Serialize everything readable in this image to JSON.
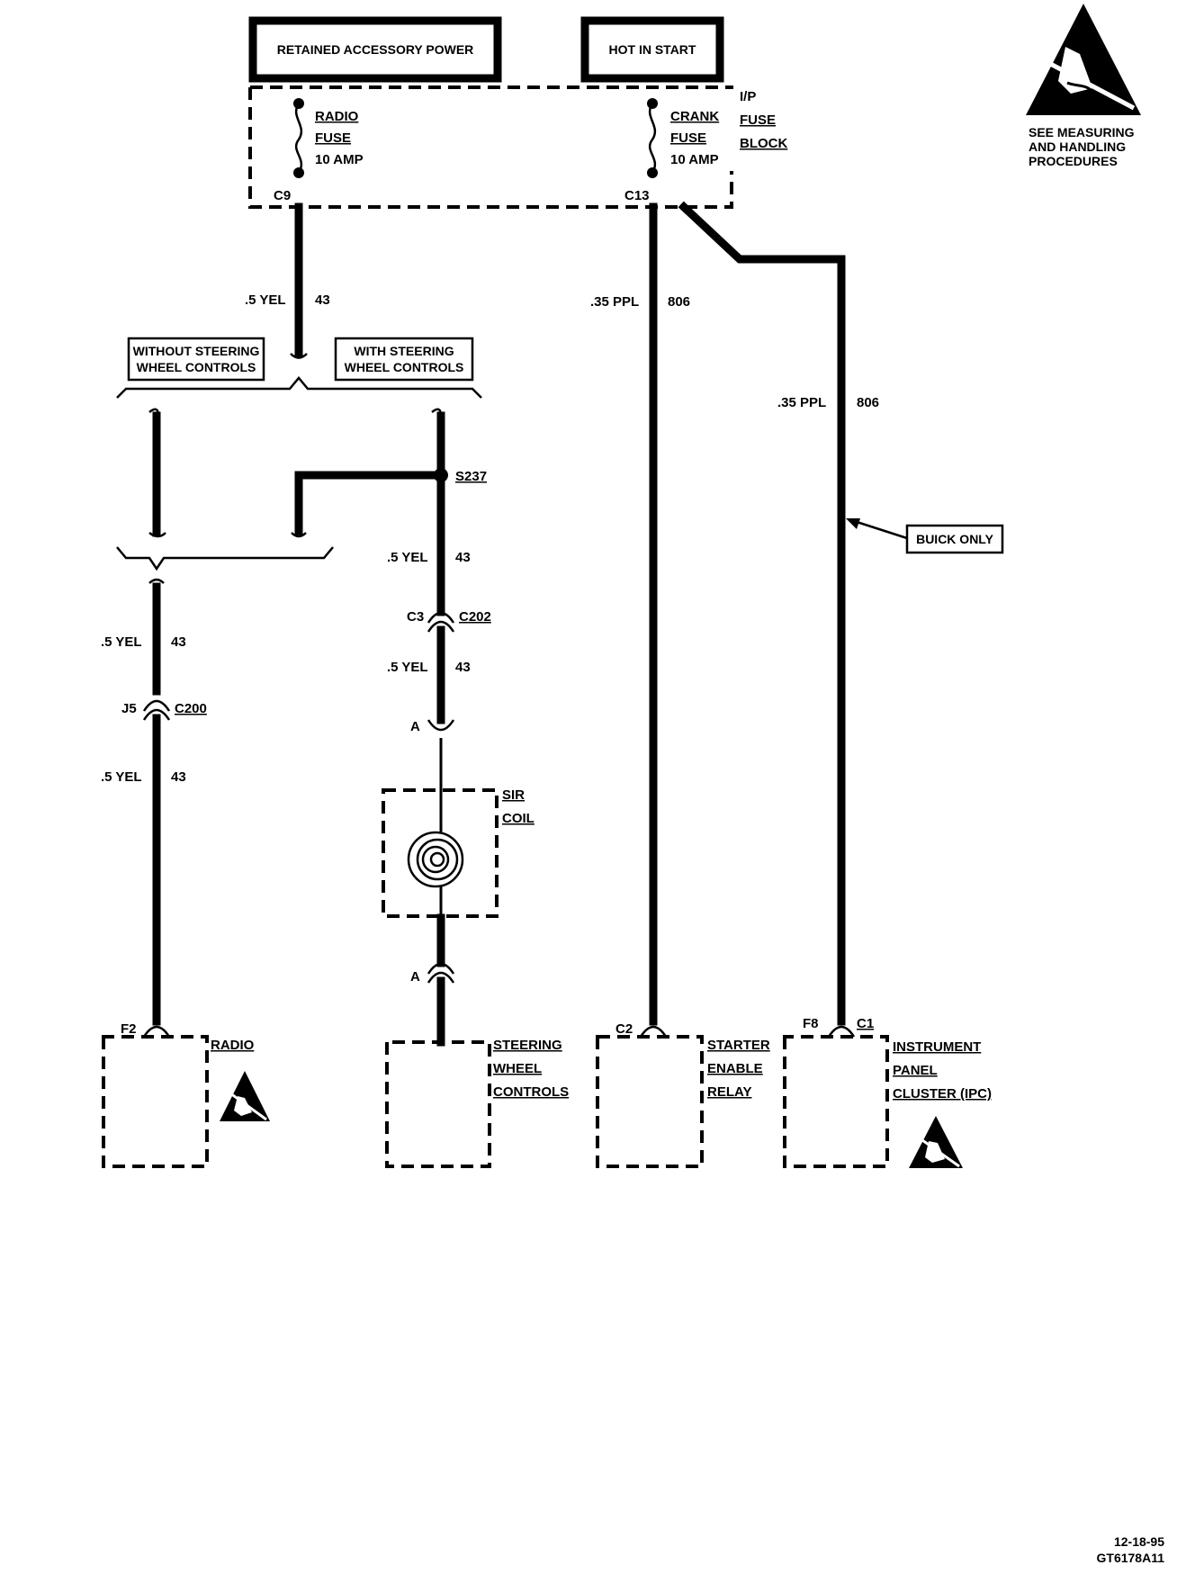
{
  "power_sources": {
    "retained_accessory": "RETAINED ACCESSORY POWER",
    "hot_in_start": "HOT IN START"
  },
  "fuse_block": {
    "line1": "I/P",
    "line2": "FUSE",
    "line3": "BLOCK",
    "radio_fuse": {
      "name": "RADIO",
      "type": "FUSE",
      "rating": "10 AMP",
      "terminal": "C9"
    },
    "crank_fuse": {
      "name": "CRANK",
      "type": "FUSE",
      "rating": "10 AMP",
      "terminal": "C13"
    }
  },
  "esd_notice": {
    "line1": "SEE MEASURING",
    "line2": "AND HANDLING",
    "line3": "PROCEDURES"
  },
  "options": {
    "without": {
      "line1": "WITHOUT STEERING",
      "line2": "WHEEL CONTROLS"
    },
    "with": {
      "line1": "WITH STEERING",
      "line2": "WHEEL CONTROLS"
    }
  },
  "wires": {
    "yel_size": ".5 YEL",
    "yel_circuit": "43",
    "ppl_size": ".35 PPL",
    "ppl_circuit": "806"
  },
  "splice": "S237",
  "connectors": {
    "c200_pin": "J5",
    "c200": "C200",
    "c202_pin": "C3",
    "c202": "C202",
    "sir_pin_top": "A",
    "sir_pin_bottom": "A"
  },
  "sir_coil": {
    "line1": "SIR",
    "line2": "COIL"
  },
  "buick_only": "BUICK ONLY",
  "components": {
    "radio": {
      "pin": "F2",
      "name": "RADIO"
    },
    "steering": {
      "line1": "STEERING",
      "line2": "WHEEL",
      "line3": "CONTROLS"
    },
    "starter": {
      "pin": "C2",
      "line1": "STARTER",
      "line2": "ENABLE",
      "line3": "RELAY"
    },
    "ipc": {
      "pin": "F8",
      "connector": "C1",
      "line1": "INSTRUMENT",
      "line2": "PANEL",
      "line3": "CLUSTER (IPC)"
    }
  },
  "footer": {
    "date": "12-18-95",
    "code": "GT6178A11"
  }
}
